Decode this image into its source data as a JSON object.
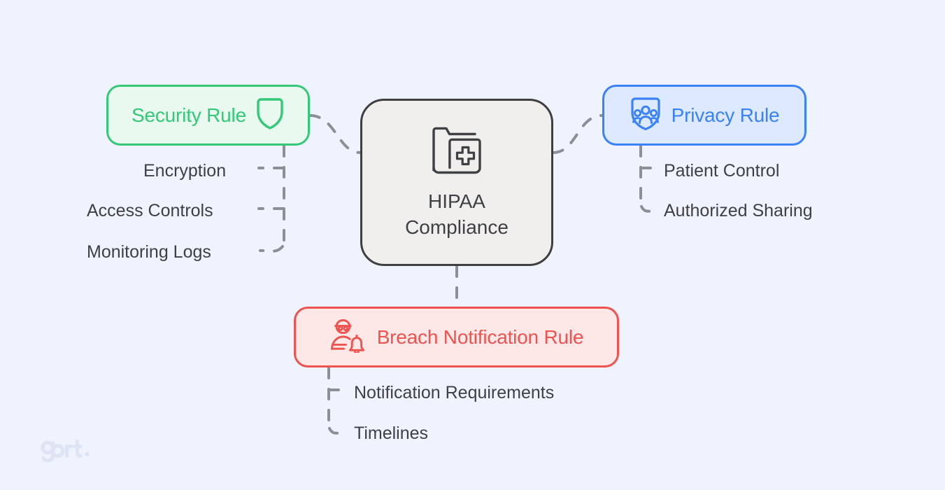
{
  "diagram": {
    "background_color": "#eff3fe",
    "center": {
      "title_line1": "HIPAA",
      "title_line2": "Compliance",
      "icon": "medical-folder-icon",
      "fill": "#f0efee",
      "border": "#3f3f3f",
      "text_color": "#3f4044"
    },
    "branches": [
      {
        "id": "security",
        "label": "Security Rule",
        "icon": "shield-icon",
        "icon_position": "right",
        "fill": "#e9f9f0",
        "border": "#35c878",
        "text_color": "#35c878",
        "children": [
          "Encryption",
          "Access Controls",
          "Monitoring Logs"
        ]
      },
      {
        "id": "privacy",
        "label": "Privacy Rule",
        "icon": "shield-people-icon",
        "icon_position": "left",
        "fill": "#dce9ff",
        "border": "#3b82f6",
        "text_color": "#3b82f6",
        "children": [
          "Patient Control",
          "Authorized Sharing"
        ]
      },
      {
        "id": "breach",
        "label": "Breach Notification Rule",
        "icon": "hacker-bell-icon",
        "icon_position": "left",
        "fill": "#fde7e7",
        "border": "#ef5350",
        "text_color": "#ef5350",
        "children": [
          "Notification Requirements",
          "Timelines"
        ]
      }
    ],
    "leaf_text_color": "#3f4044",
    "connector_color": "#8b8f96",
    "connector_style": "dashed"
  },
  "watermark": {
    "text": "gart.",
    "color": "#dfe4f5"
  }
}
